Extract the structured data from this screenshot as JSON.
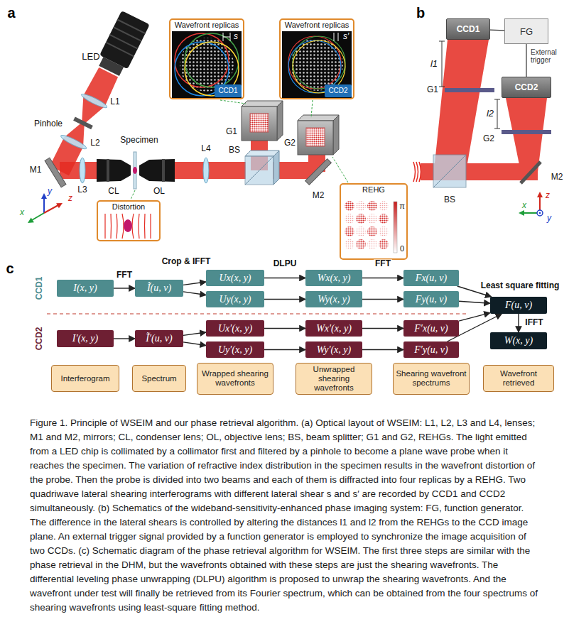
{
  "diagram": {
    "caption": "Figure 1. Principle of WSEIM and our phase retrieval algorithm. (a) Optical layout of WSEIM: L1, L2, L3 and L4, lenses; M1 and M2, mirrors; CL, condenser lens; OL, objective lens; BS, beam splitter; G1 and G2, REHGs. The light emitted from a LED chip is collimated by a collimator first and filtered by a pinhole to become a plane wave probe when it reaches the specimen. The variation of refractive index distribution in the specimen results in the wavefront distortion of the probe. Then the probe is divided into two beams and each of them is diffracted into four replicas by a REHG. Two quadriwave lateral shearing interferograms with different lateral shear s and s′ are recorded by CCD1 and CCD2 simultaneously. (b) Schematics of the wideband-sensitivity-enhanced phase imaging system: FG, function generator. The difference in the lateral shears is controlled by altering the distances l1 and l2 from the REHGs to the CCD image plane. An external trigger signal provided by a function generator is employed to synchronize the image acquisition of two CCDs. (c) Schematic diagram of the phase retrieval algorithm for WSEIM. The first three steps are similar with the phase retrieval in the DHM, but the wavefronts obtained with these steps are just the shearing wavefronts. The differential leveling phase unwrapping (DLPU) algorithm is proposed to unwrap the shearing wavefronts. And the wavefront under test will finally be retrieved from its Fourier spectrum, which can be obtained from the four spectrums of shearing wavefronts using least-square fitting method.",
    "nodes": [
      {
        "text": [
          "Wavefront replicas"
        ]
      },
      {
        "text": [
          "CCD1"
        ],
        "in": 0
      },
      {
        "text": [
          "Wavefront replicas"
        ]
      },
      {
        "text": [
          "CCD2"
        ],
        "in": 2
      },
      {
        "text": [
          "Distortion"
        ]
      },
      {
        "text": [
          "REHG"
        ]
      },
      {
        "text": [
          "CCD1"
        ]
      },
      {
        "text": [
          "FG"
        ]
      },
      {
        "text": [
          "CCD2"
        ]
      },
      {
        "text": [
          "I(x, y)"
        ]
      },
      {
        "text": [
          "Ĩ(u, v)"
        ]
      },
      {
        "text": [
          "Ux(x, y)"
        ]
      },
      {
        "text": [
          "Uy(x, y)"
        ]
      },
      {
        "text": [
          "Wx(x, y)"
        ]
      },
      {
        "text": [
          "Wy(x, y)"
        ]
      },
      {
        "text": [
          "Fx(u, v)"
        ]
      },
      {
        "text": [
          "Fy(u, v)"
        ]
      },
      {
        "text": [
          "F(u, v)"
        ]
      },
      {
        "text": [
          "I′(x, y)"
        ]
      },
      {
        "text": [
          "Ĩ′(u, v)"
        ]
      },
      {
        "text": [
          "Ux′(x, y)"
        ]
      },
      {
        "text": [
          "Uy′(x, y)"
        ]
      },
      {
        "text": [
          "Wx′(x, y)"
        ]
      },
      {
        "text": [
          "Wy′(x, y)"
        ]
      },
      {
        "text": [
          "F′x(u, v)"
        ]
      },
      {
        "text": [
          "F′y(u, v)"
        ]
      },
      {
        "text": [
          "W(x, y)"
        ]
      },
      {
        "text": [
          "Interferogram"
        ]
      },
      {
        "text": [
          "Spectrum"
        ]
      },
      {
        "text": [
          "Wrapped shearing wavefronts"
        ]
      },
      {
        "text": [
          "Unwrapped shearing wavefronts"
        ]
      },
      {
        "text": [
          "Shearing wavefront spectrums"
        ]
      },
      {
        "text": [
          "Wavefront retrieved"
        ]
      }
    ],
    "edges": [
      {
        "from": 7,
        "to": 6,
        "arrow": "none"
      },
      {
        "from": 7,
        "to": 8,
        "arrow": "none"
      },
      {
        "from": 9,
        "to": 10,
        "arrow": "to",
        "label": "FFT"
      },
      {
        "from": 10,
        "to": 11,
        "arrow": "to",
        "label": "Crop & IFFT"
      },
      {
        "from": 10,
        "to": 12,
        "arrow": "to"
      },
      {
        "from": 11,
        "to": 13,
        "arrow": "to",
        "label": "DLPU"
      },
      {
        "from": 12,
        "to": 14,
        "arrow": "to"
      },
      {
        "from": 13,
        "to": 15,
        "arrow": "to",
        "label": "FFT"
      },
      {
        "from": 14,
        "to": 16,
        "arrow": "to"
      },
      {
        "from": 15,
        "to": 17,
        "arrow": "to",
        "label": "Least square fitting"
      },
      {
        "from": 16,
        "to": 17,
        "arrow": "to"
      },
      {
        "from": 18,
        "to": 19,
        "arrow": "to"
      },
      {
        "from": 19,
        "to": 20,
        "arrow": "to"
      },
      {
        "from": 19,
        "to": 21,
        "arrow": "to"
      },
      {
        "from": 20,
        "to": 22,
        "arrow": "to"
      },
      {
        "from": 21,
        "to": 23,
        "arrow": "to"
      },
      {
        "from": 22,
        "to": 24,
        "arrow": "to"
      },
      {
        "from": 23,
        "to": 25,
        "arrow": "to"
      },
      {
        "from": 24,
        "to": 17,
        "arrow": "to"
      },
      {
        "from": 25,
        "to": 17,
        "arrow": "to"
      },
      {
        "from": 17,
        "to": 26,
        "arrow": "to",
        "label": "IFFT"
      }
    ],
    "labels": [
      "a",
      "LED",
      "Pinhole",
      "L1",
      "L2",
      "M1",
      "L3",
      "CL",
      "Specimen",
      "OL",
      "L4",
      "BS",
      "G1",
      "G2",
      "M2",
      "s",
      "s′",
      "π",
      "0",
      "y",
      "x",
      "z",
      "b",
      "l1",
      "G1",
      "l2",
      "G2",
      "BS",
      "M2",
      "External trigger",
      "z",
      "x",
      "y",
      "c",
      "CCD1",
      "CCD2"
    ]
  }
}
